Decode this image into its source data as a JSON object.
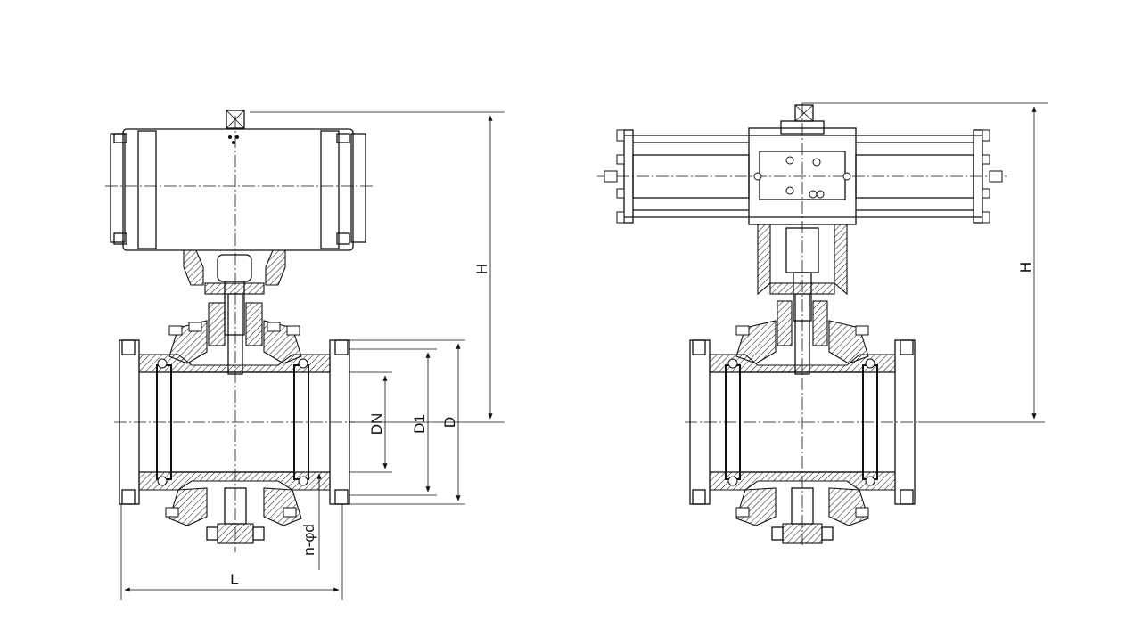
{
  "left_view": {
    "dimensions": {
      "height_label": "H",
      "nominal_diameter_label": "DN",
      "bolt_circle_label": "D1",
      "flange_diameter_label": "D",
      "bolt_holes_label": "n-φd",
      "length_label": "L"
    }
  },
  "right_view": {
    "dimensions": {
      "height_label": "H"
    }
  }
}
